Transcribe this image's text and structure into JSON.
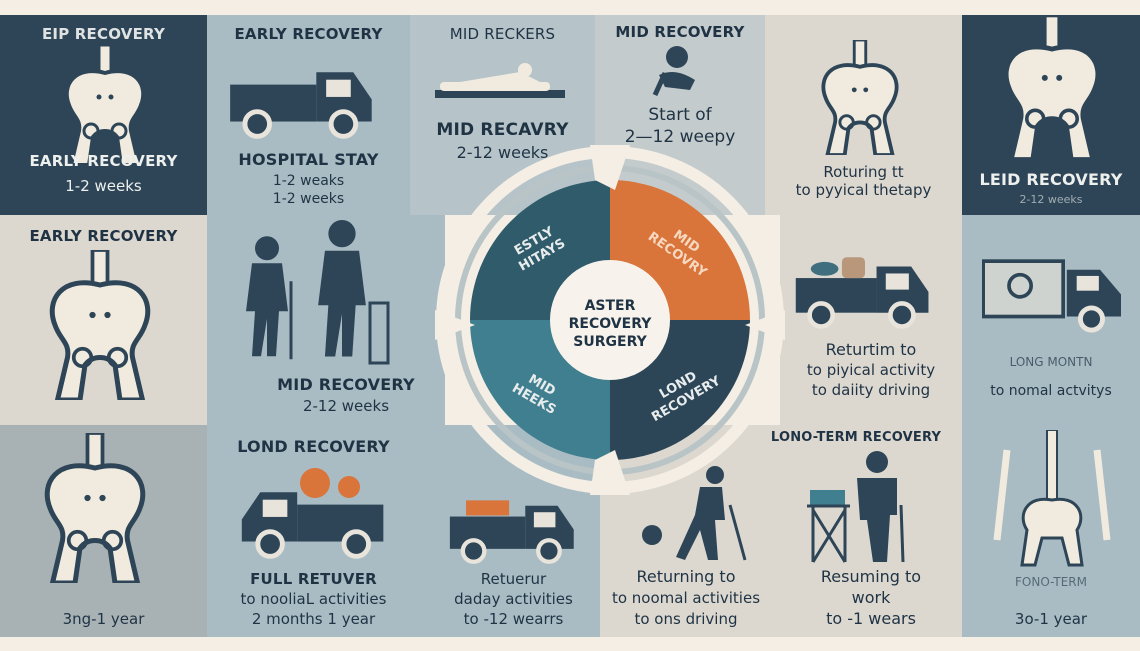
{
  "center": {
    "line1": "ASTER",
    "line2": "RECOVERY",
    "line3": "SURGERY"
  },
  "quadrants": {
    "tl": [
      "ESTLY",
      "HITAYS"
    ],
    "tr": [
      "MID",
      "RECOVRY"
    ],
    "bl": [
      "MID",
      "HEEKS"
    ],
    "br": [
      "LOND",
      "RECOVERY"
    ]
  },
  "colors": {
    "dark": "#2d4557",
    "orange": "#d9743a",
    "teal": "#3f7f8f",
    "tealdark": "#2f5b6b",
    "cream": "#f4eee4"
  },
  "panels": {
    "p1": {
      "title": "EIP RECOVERY",
      "label": "EARLY RECOVERY",
      "sub": "1-2 weeks"
    },
    "p2": {
      "title": "EARLY RECOVERY",
      "label": "HOSPITAL STAY",
      "sub1": "1-2 weaks",
      "sub2": "1-2 weeks"
    },
    "p3": {
      "title": "MID RECKERS",
      "label": "MID RECAVRY",
      "sub": "2-12 weeks"
    },
    "p4": {
      "title": "MID RECOVERY",
      "sub1": "Start of",
      "sub2": "2—12 weepy"
    },
    "p5": {
      "sub1": "Roturing tt",
      "sub2": "to pyyical thetapy"
    },
    "p6": {
      "label": "LEID RECOVERY",
      "sub": "2-12 weeks"
    },
    "p7": {
      "title": "EARLY RECOVERY"
    },
    "p8": {
      "label": "MID RECOVERY",
      "sub": "2-12 weeks"
    },
    "p9": {
      "sub1": "Returtim to",
      "sub2": "to piyical activity",
      "sub3": "to daiity driving"
    },
    "p10": {
      "label": "LONG MONTN",
      "sub": "to nomal actvitys"
    },
    "p11": {
      "sub": "3ng-1 year"
    },
    "p12": {
      "title": "LOND RECOVERY",
      "a1": "FULL RETUVER",
      "a2": "to nooliaL activities",
      "a3": "2 months 1 year",
      "b1": "Retuerur",
      "b2": "daday activities",
      "b3": "to -12 wearrs"
    },
    "p13": {
      "title": "LONO-TERM RECOVERY",
      "a1": "Returning to",
      "a2": "to noomal activities",
      "a3": "to ons driving",
      "b1": "Resuming to",
      "b2": "work",
      "b3": "to -1 wears"
    },
    "p14": {
      "label": "FONO-TERM",
      "sub": "3o-1 year"
    }
  }
}
